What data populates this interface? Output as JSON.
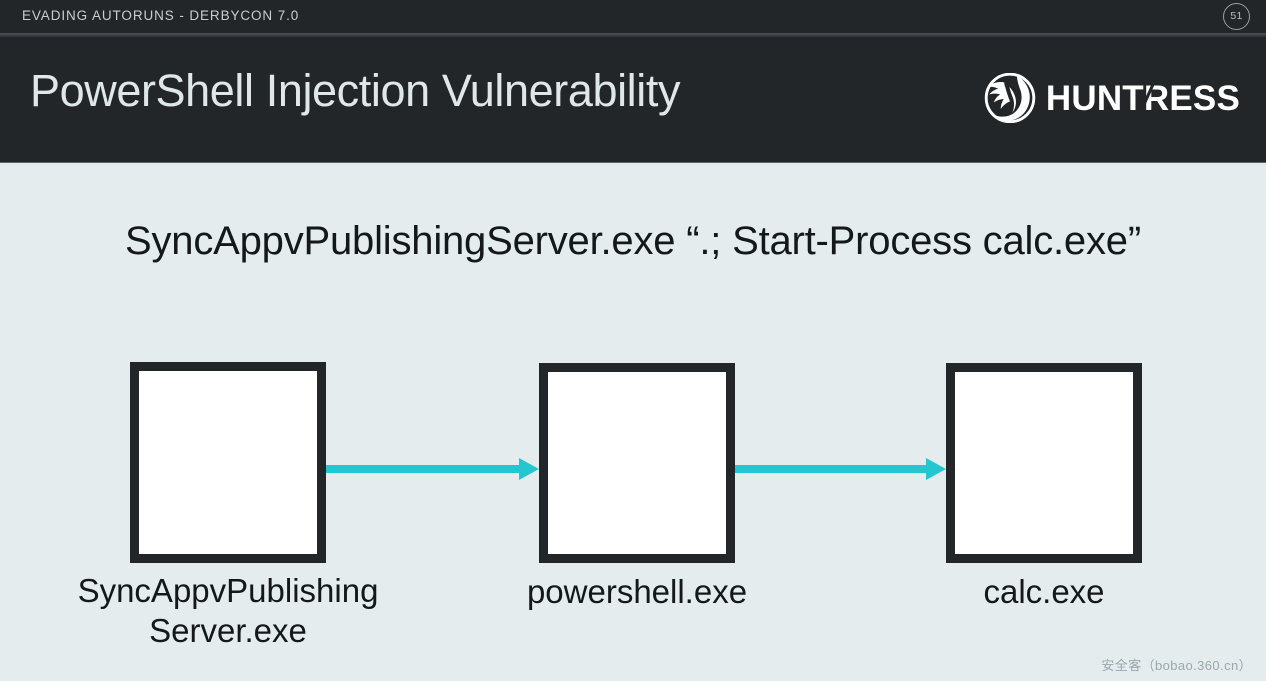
{
  "topbar": {
    "deck_title": "EVADING AUTORUNS - DERBYCON 7.0",
    "slide_number": "51"
  },
  "header": {
    "title": "PowerShell Injection Vulnerability",
    "brand": {
      "wordmark": "HUNTRESS",
      "icon": "falcon-head-icon"
    }
  },
  "main": {
    "command": "SyncAppvPublishingServer.exe “.; Start-Process calc.exe”",
    "diagram": {
      "type": "process-chain",
      "arrow_color": "#24c6cf",
      "box_border_color": "#232628",
      "box_fill_color": "#ffffff",
      "nodes": [
        {
          "id": "node-0",
          "label_line1": "SyncAppvPublishing",
          "label_line2": "Server.exe"
        },
        {
          "id": "node-1",
          "label_line1": "powershell.exe",
          "label_line2": ""
        },
        {
          "id": "node-2",
          "label_line1": "calc.exe",
          "label_line2": ""
        }
      ],
      "arrows": [
        {
          "from": "node-0",
          "to": "node-1"
        },
        {
          "from": "node-1",
          "to": "node-2"
        }
      ]
    }
  },
  "watermark": {
    "text": "安全客（bobao.360.cn）"
  },
  "colors": {
    "header_bg": "#232628",
    "body_bg": "#e4ecee",
    "accent": "#24c6cf",
    "title_text": "#dfe7e9"
  }
}
